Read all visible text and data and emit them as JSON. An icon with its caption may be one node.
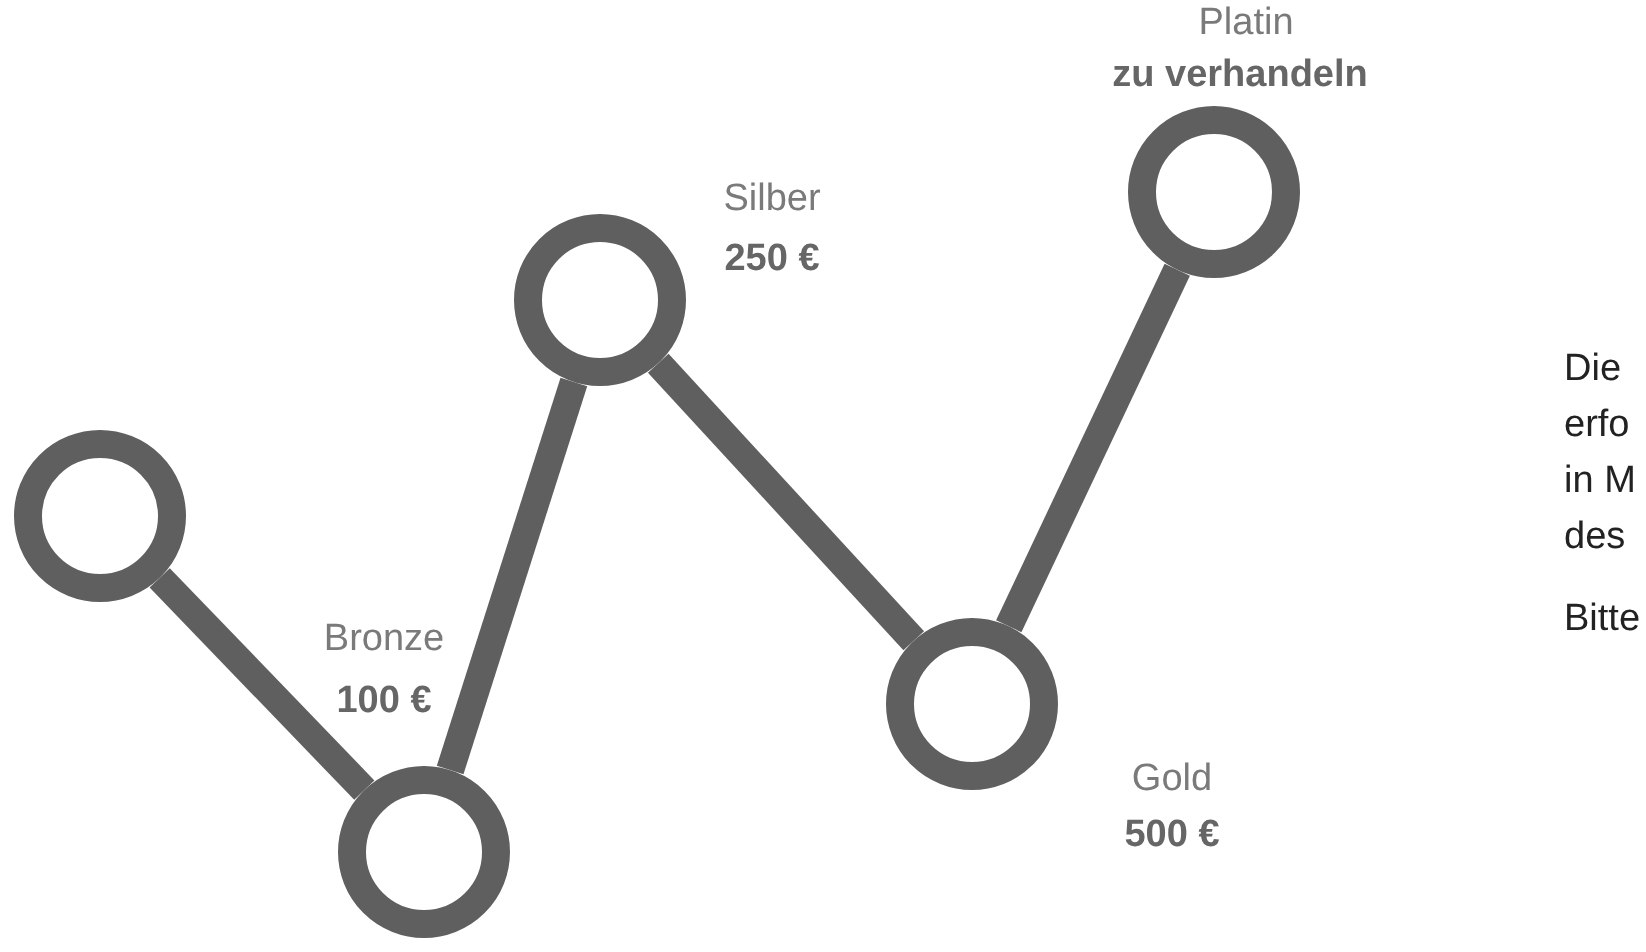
{
  "diagram": {
    "nodes": [
      {
        "text": [],
        "shape": "circle"
      },
      {
        "text": [],
        "shape": "circle",
        "beside": [
          "Bronze",
          "100 €"
        ]
      },
      {
        "text": [],
        "shape": "circle",
        "beside": [
          "Silber",
          "250 €"
        ]
      },
      {
        "text": [],
        "shape": "circle",
        "beside": [
          "Gold",
          "500 €"
        ]
      },
      {
        "text": [],
        "shape": "circle",
        "beside": [
          "Platin",
          "zu verhandeln"
        ]
      }
    ],
    "edges": [
      {
        "from": 0,
        "to": 1,
        "arrow": "none"
      },
      {
        "from": 1,
        "to": 2,
        "arrow": "none"
      },
      {
        "from": 2,
        "to": 3,
        "arrow": "none"
      },
      {
        "from": 3,
        "to": 4,
        "arrow": "none"
      }
    ],
    "labels": [
      "Die erfo in M des",
      "Bitte"
    ]
  }
}
